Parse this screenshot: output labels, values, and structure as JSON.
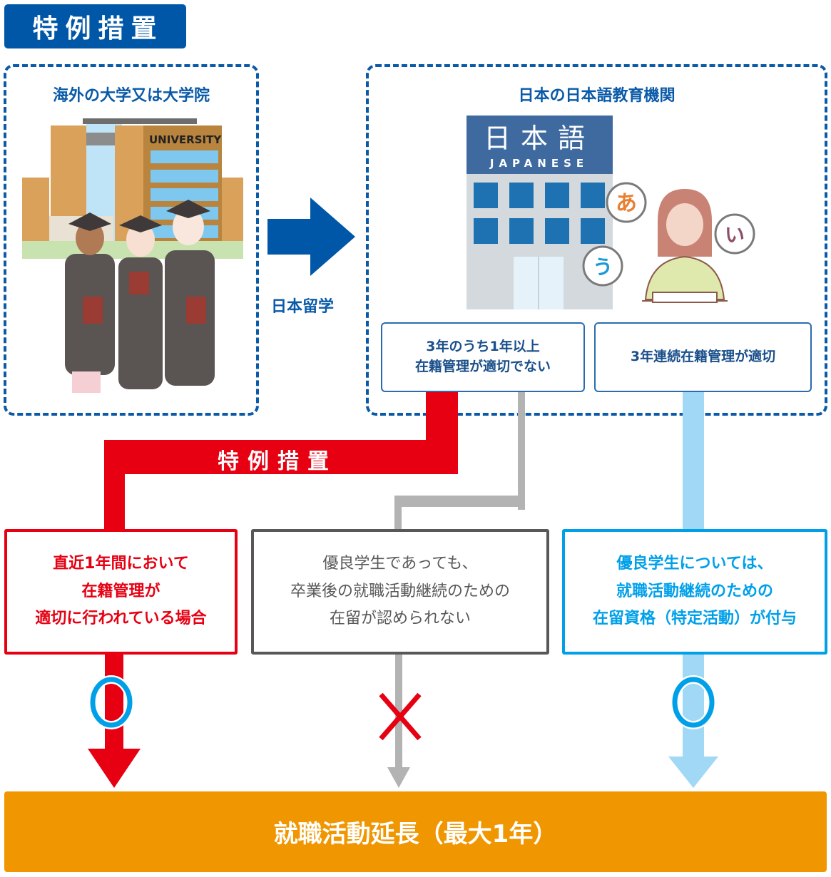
{
  "header": {
    "title": "特例措置"
  },
  "left_panel": {
    "title": "海外の大学又は大学院",
    "building_sign": "UNIVERSITY",
    "illustration": "graduates-in-front-of-university"
  },
  "transition": {
    "label": "日本留学",
    "icon": "arrow-right-icon"
  },
  "right_panel": {
    "title": "日本の日本語教育機関",
    "building_sign_main": "日本語",
    "building_sign_sub": "JAPANESE",
    "speech_bubbles": [
      "あ",
      "い",
      "う"
    ],
    "conditions": [
      {
        "line1": "3年のうち1年以上",
        "line2": "在籍管理が適切でない"
      },
      {
        "line1": "3年連続在籍管理が適切",
        "line2": ""
      }
    ]
  },
  "special_measure_label": "特例措置",
  "outcomes": [
    {
      "lines": [
        "直近1年間において",
        "在籍管理が",
        "適切に行われている場合"
      ],
      "mark": "circle",
      "color": "#e60012"
    },
    {
      "lines": [
        "優良学生であっても、",
        "卒業後の就職活動継続のための",
        "在留が認められない"
      ],
      "mark": "cross",
      "color": "#595757"
    },
    {
      "lines": [
        "優良学生については、",
        "就職活動継続のための",
        "在留資格（特定活動）が付与"
      ],
      "mark": "circle",
      "color": "#00a0e9"
    }
  ],
  "result": {
    "label": "就職活動延長（最大1年）"
  },
  "colors": {
    "brand_blue": "#0057a8",
    "red": "#e60012",
    "gray": "#b3b3b3",
    "light_blue": "#a0d8f5",
    "cyan": "#00a0e9",
    "orange": "#f09600"
  }
}
